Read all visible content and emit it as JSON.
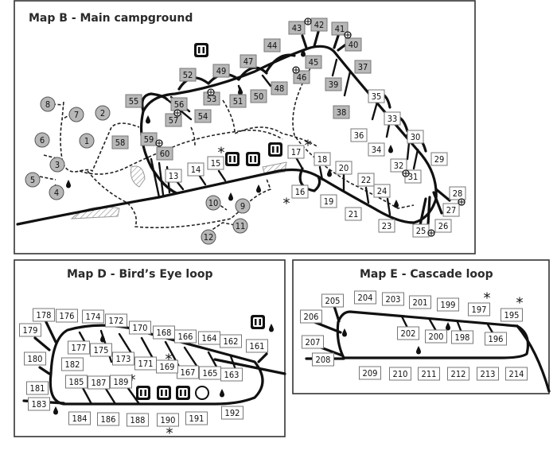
{
  "maps": {
    "b": {
      "title": "Map B - Main campground",
      "sites": [
        "1",
        "2",
        "3",
        "4",
        "5",
        "6",
        "7",
        "8",
        "9",
        "10",
        "11",
        "12",
        "13",
        "14",
        "15",
        "16",
        "17",
        "18",
        "19",
        "20",
        "21",
        "22",
        "23",
        "24",
        "25",
        "26",
        "27",
        "28",
        "29",
        "30",
        "31",
        "32",
        "33",
        "34",
        "35",
        "36",
        "37",
        "38",
        "39",
        "40",
        "41",
        "42",
        "43",
        "44",
        "45",
        "46",
        "47",
        "48",
        "49",
        "50",
        "51",
        "52",
        "53",
        "54",
        "55",
        "56",
        "57",
        "58",
        "59",
        "60"
      ]
    },
    "d": {
      "title": "Map D - Bird’s Eye loop",
      "sites": [
        "161",
        "162",
        "163",
        "164",
        "165",
        "166",
        "167",
        "168",
        "169",
        "170",
        "171",
        "172",
        "173",
        "174",
        "175",
        "176",
        "177",
        "178",
        "179",
        "180",
        "181",
        "182",
        "183",
        "184",
        "185",
        "186",
        "187",
        "188",
        "189",
        "190",
        "191",
        "192"
      ]
    },
    "e": {
      "title": "Map E - Cascade loop",
      "sites": [
        "195",
        "196",
        "197",
        "198",
        "199",
        "200",
        "201",
        "202",
        "203",
        "204",
        "205",
        "206",
        "207",
        "208",
        "209",
        "210",
        "211",
        "212",
        "213",
        "214"
      ]
    }
  },
  "icons": [
    "restroom-icon",
    "water-icon",
    "star-icon",
    "shower-icon",
    "accessible-icon",
    "host-icon",
    "camp-icon"
  ],
  "colors": {
    "site_box_gray": "#b8b8b8",
    "ink": "#111111"
  }
}
